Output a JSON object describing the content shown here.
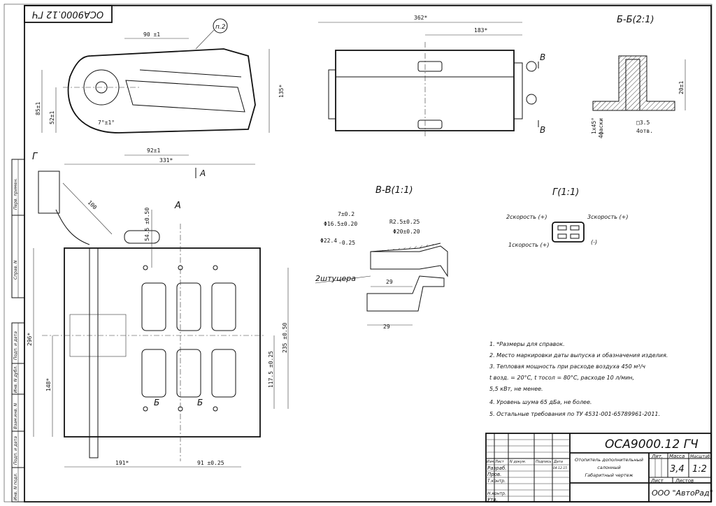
{
  "drawing": {
    "code": "ОСА9000.12 ГЧ",
    "code_rotated": "ОСА9000.12 ГЧ",
    "title_lines": [
      "Отопитель дополнительный",
      "салонный",
      "Габаритный чертеж"
    ],
    "lit_label": "Лит.",
    "mass_label": "Масса",
    "scale_label": "Масштаб",
    "mass_value": "3,4",
    "scale_value": "1:2",
    "sheet_label": "Лист",
    "sheets_label": "Листов",
    "company": "ООО \"АвтоРад\"",
    "columns": [
      "Изм",
      "Лист",
      "N докум.",
      "Подпись",
      "Дата"
    ],
    "roles": [
      "Разраб.",
      "Пров.",
      "Т.контр.",
      "Н.контр.",
      "Утв."
    ],
    "date": "04.12.15"
  },
  "side_stamps": [
    "Перв. примен.",
    "Справ. N",
    "Подп. и дата",
    "Инв. N дубл.",
    "Взам.инв. N",
    "Подп. и дата",
    "Инв. N подл."
  ],
  "views": {
    "top_callout": "п.2",
    "arrow_a": "А",
    "view_a": "А",
    "section_bb": "Б-Б(2:1)",
    "section_vv": "В-В(1:1)",
    "view_g": "Г(1:1)",
    "cut_b": "Б",
    "cut_v": "В",
    "cut_g": "Г",
    "fittings": "2штуцера"
  },
  "dimensions": {
    "d90": "90 ±1",
    "d85": "85±1",
    "d52": "52±1",
    "angle": "7°±1°",
    "d92": "92±1",
    "d331": "331*",
    "d135": "135*",
    "d362": "362*",
    "d183": "183*",
    "d20": "20±1",
    "chamfer": "1x45°",
    "chamfer2": "4фаски",
    "hole": "□3.5",
    "holes": "4отв.",
    "d100": "100",
    "d54": "54.5 ±0.50",
    "d296": "296*",
    "d148": "148*",
    "d235": "235 ±0.50",
    "d117": "117.5 ±0.25",
    "d191": "191*",
    "d91": "91 ±0.25",
    "d7": "7±0.2",
    "d16": "Φ16.5±0.20",
    "r25": "R2.5±0.25",
    "d20b": "Φ20±0.20",
    "d22": "Φ22.4",
    "d22tol": "-0.25",
    "d29a": "29",
    "d29b": "29"
  },
  "connector": {
    "speed2": "2скорость (+)",
    "speed3": "3скорость (+)",
    "speed1": "1скорость (+)",
    "minus": "(-)"
  },
  "notes": [
    "1.  *Размеры для справок.",
    "2.  Место маркировки даты выпуска и обазначения изделия.",
    "3.  Тепловая мощность при расходе воздуха 450 м³/ч",
    "t возд. = 20°С, t тосол = 80°С, расходе 10 л/мин,",
    "5,5 кВт, не менее.",
    "4.  Уровень шума 65 дБа, не более.",
    "5.  Остальные требования по ТУ 4531-001-65789961-2011."
  ]
}
